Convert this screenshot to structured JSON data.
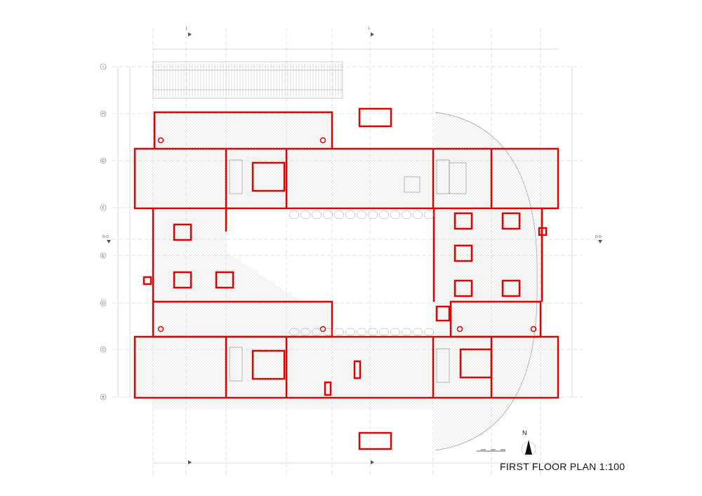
{
  "drawing": {
    "title": "FIRST FLOOR PLAN 1:100",
    "north_label": "N",
    "grid_rows": [
      "I",
      "H",
      "G",
      "F",
      "E",
      "D",
      "C",
      "B"
    ],
    "section_marks": {
      "vertical": "1",
      "horizontal": "D-D"
    },
    "colors": {
      "walls": "#e00000",
      "lines": "#9a9a9a",
      "hatch": "#d0d0d0"
    }
  }
}
